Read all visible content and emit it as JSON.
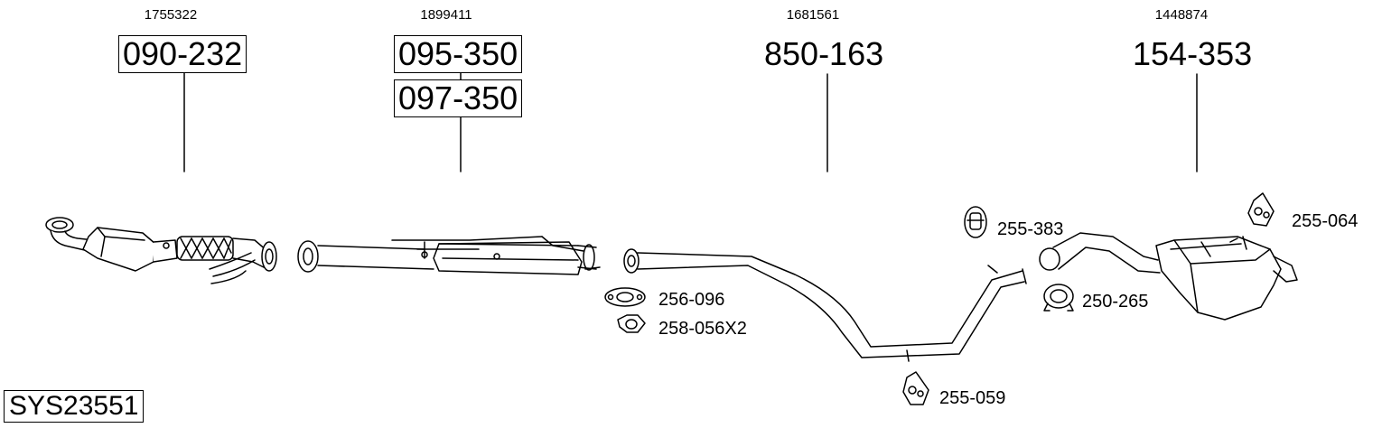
{
  "system_code": "SYS23551",
  "parts": [
    {
      "oe_number": "1755322",
      "part_numbers": [
        "090-232"
      ],
      "boxed": true
    },
    {
      "oe_number": "1899411",
      "part_numbers": [
        "095-350",
        "097-350"
      ],
      "boxed": true
    },
    {
      "oe_number": "1681561",
      "part_numbers": [
        "850-163"
      ],
      "boxed": false
    },
    {
      "oe_number": "1448874",
      "part_numbers": [
        "154-353"
      ],
      "boxed": false
    }
  ],
  "accessories": [
    {
      "code": "256-096",
      "icon": "gasket-icon"
    },
    {
      "code": "258-056X2",
      "icon": "nut-icon"
    },
    {
      "code": "255-383",
      "icon": "rubber-mount-icon"
    },
    {
      "code": "250-265",
      "icon": "clamp-icon"
    },
    {
      "code": "255-064",
      "icon": "rubber-hanger-icon"
    },
    {
      "code": "255-059",
      "icon": "rubber-hanger-icon"
    }
  ]
}
